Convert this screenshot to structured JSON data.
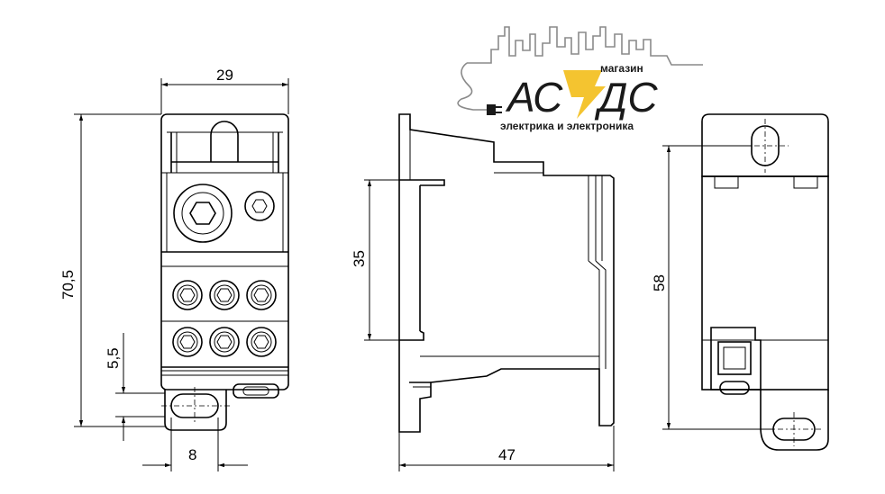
{
  "dimensions": {
    "front_width": "29",
    "front_height": "70,5",
    "slot_offset": "5,5",
    "slot_width": "8",
    "rail_height": "35",
    "side_depth": "47",
    "back_height": "58"
  },
  "logo": {
    "top_label": "магазин",
    "name_left": "АС",
    "name_right": "ДС",
    "tagline": "электрика и электроника",
    "accent_color": "#f4c430"
  }
}
